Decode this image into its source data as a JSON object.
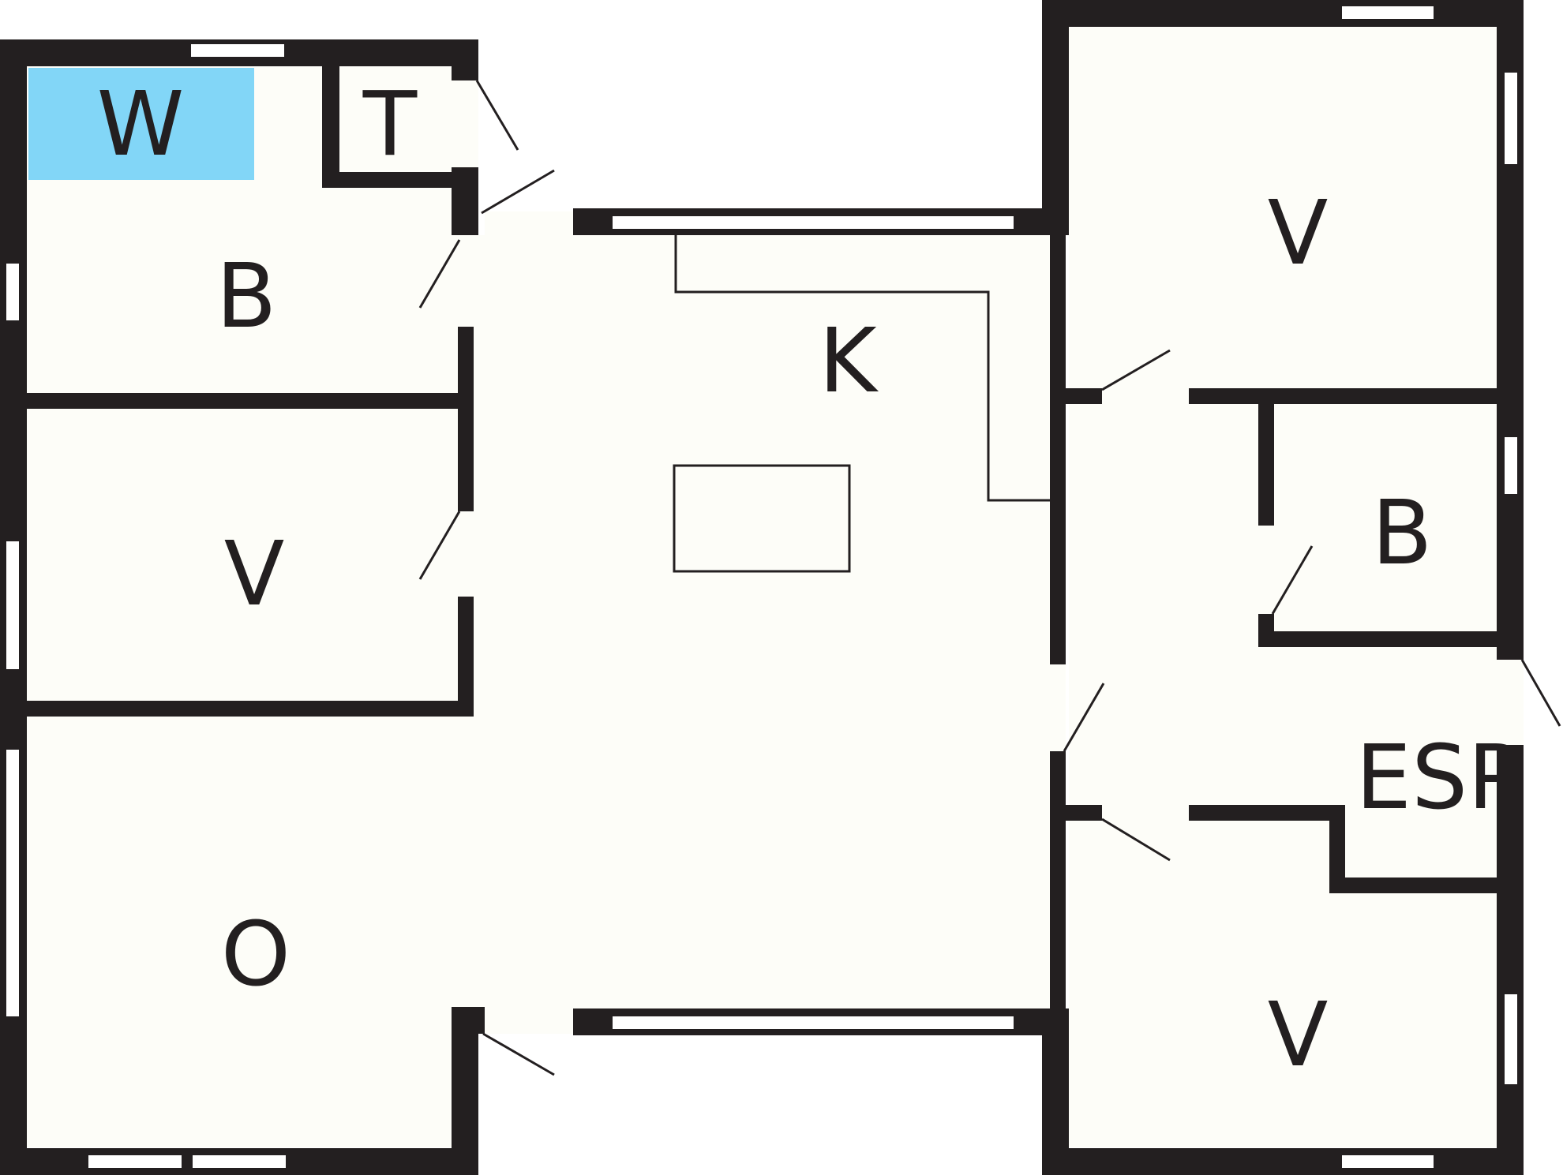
{
  "colors": {
    "wall": "#231f20",
    "floor": "#fdfdf8",
    "highlight": "#82d6f7",
    "background": "#ffffff",
    "window": "#ffffff"
  },
  "labels": {
    "w": "W",
    "t": "T",
    "b_left": "B",
    "v_left": "V",
    "o": "O",
    "k": "K",
    "v_top_right": "V",
    "b_right": "B",
    "esp": "ESP",
    "v_bottom_right": "V"
  }
}
